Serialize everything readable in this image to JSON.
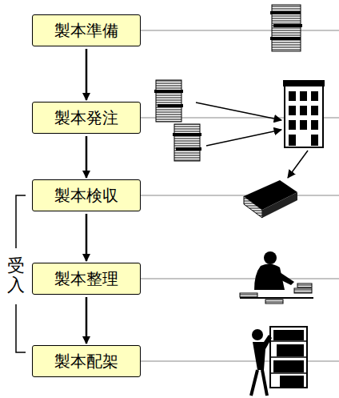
{
  "diagram": {
    "nodes": [
      {
        "text": [
          "製本準備"
        ]
      },
      {
        "text": [
          "製本発注"
        ]
      },
      {
        "text": [
          "製本検収"
        ]
      },
      {
        "text": [
          "製本整理"
        ]
      },
      {
        "text": [
          "製本配架"
        ]
      }
    ],
    "edges": [
      {
        "from": 0,
        "to": 1,
        "arrow": "to"
      },
      {
        "from": 1,
        "to": 2,
        "arrow": "to"
      },
      {
        "from": 2,
        "to": 3,
        "arrow": "to"
      },
      {
        "from": 3,
        "to": 4,
        "arrow": "to"
      }
    ],
    "labels": [
      "受入"
    ]
  }
}
